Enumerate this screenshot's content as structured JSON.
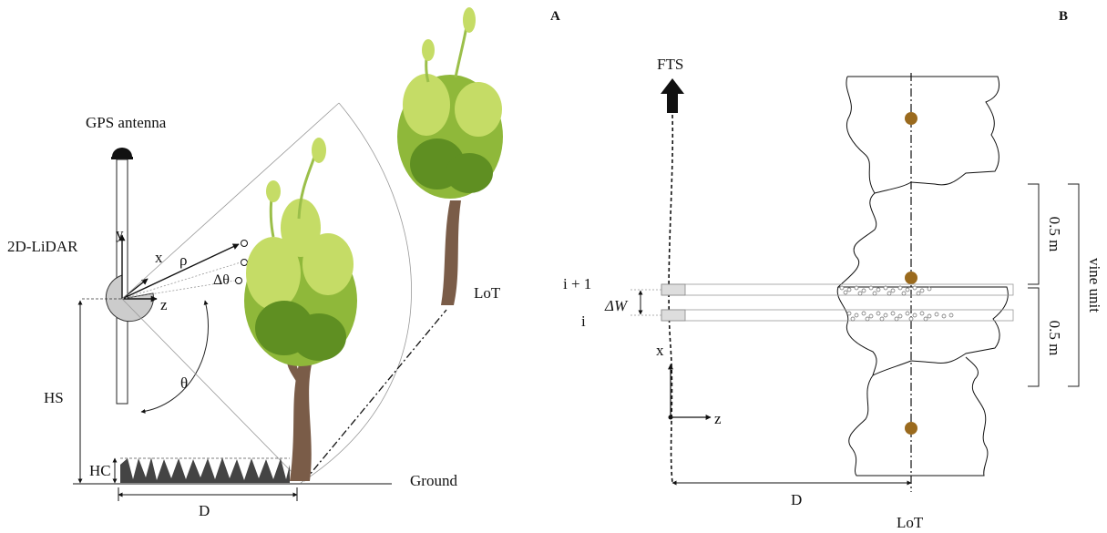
{
  "panelA": {
    "panel_label": "A",
    "gps_label": "GPS antenna",
    "lidar_label": "2D-LiDAR",
    "axis_y": "y",
    "axis_x": "x",
    "axis_z": "z",
    "rho": "ρ",
    "delta_theta": "Δθ",
    "theta": "θ",
    "hs_label": "HS",
    "hc_label": "HC",
    "d_label": "D",
    "lot_label": "LoT",
    "ground_label": "Ground"
  },
  "panelB": {
    "panel_label": "B",
    "fts_label": "FTS",
    "i_plus_label": "i + 1",
    "i_label": "i",
    "delta_w_label": "ΔW",
    "axis_x": "x",
    "axis_z": "z",
    "d_label": "D",
    "lot_label": "LoT",
    "half_unit_top": "0.5 m",
    "half_unit_bottom": "0.5 m",
    "vine_unit_label": "vine unit"
  },
  "colors": {
    "foliage_light": "#c5dc66",
    "foliage_mid": "#8fb83a",
    "foliage_dark": "#5f8f22",
    "trunk": "#7a5c48",
    "vine_marker": "#9a6a1e",
    "grass": "#444444"
  }
}
